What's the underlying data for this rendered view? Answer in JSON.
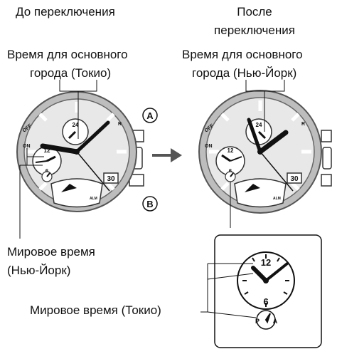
{
  "labels": {
    "before": "До переключения",
    "after_line1": "После",
    "after_line2": "переключения",
    "home_left_line1": "Время для основного",
    "home_left_line2": "города (Токио)",
    "home_right_line1": "Время для основного",
    "home_right_line2": "города (Нью-Йорк)",
    "world_left_line1": "Мировое время",
    "world_left_line2": "(Нью-Йорк)",
    "world_right": "Мировое время (Токио)"
  },
  "buttons": {
    "a": "A",
    "b": "B"
  },
  "watch": {
    "date": "30",
    "mode_off": "OFF",
    "mode_on": "ON",
    "mode_r": "R",
    "dial_24": "24",
    "dial_12": "12",
    "dial_6": "6",
    "dial_alm": "ALM",
    "dial_p": "P",
    "dial_a": "A"
  }
}
